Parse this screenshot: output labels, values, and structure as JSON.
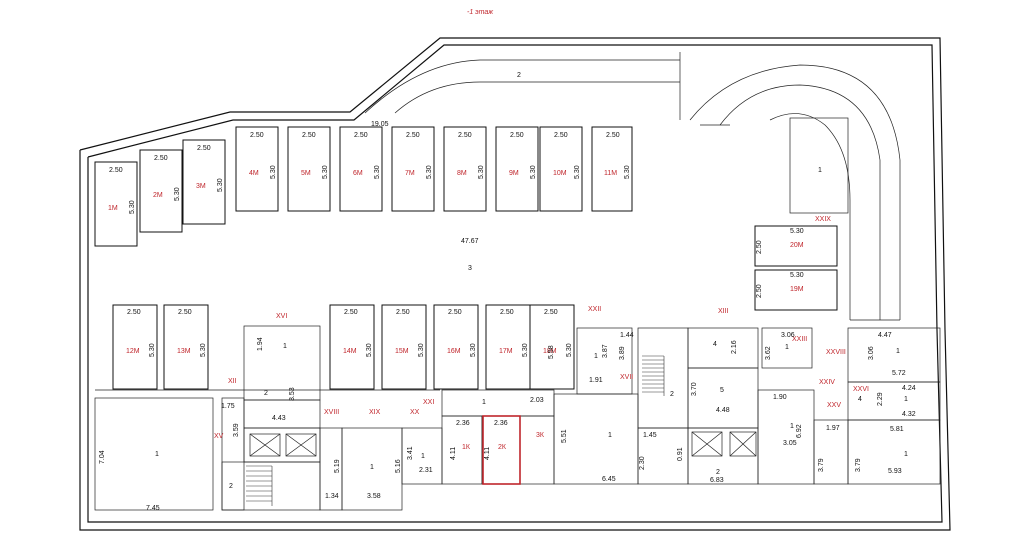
{
  "floor_title": "-1 этаж",
  "ramp_label": "2",
  "main_hall": {
    "length": "47.67",
    "number": "3",
    "width": "19.05"
  },
  "slot_dims": {
    "w": "2.50",
    "h": "5.30"
  },
  "top_slots": [
    "1М",
    "2М",
    "3М",
    "4М",
    "5М",
    "6М",
    "7М",
    "8М",
    "9М",
    "10М",
    "11М"
  ],
  "mid_slots": [
    "12М",
    "13М",
    "14М",
    "15М",
    "16М",
    "17М",
    "18М"
  ],
  "right_slots": [
    "20М",
    "19М"
  ],
  "storage_rooms": {
    "k1": "1К",
    "k2": "2К",
    "k3": "3К"
  },
  "roman": [
    "XXIX",
    "XVI",
    "XXII",
    "XIII",
    "XXIII",
    "XXVIII",
    "XXIV",
    "XXVI",
    "XXV",
    "XII",
    "XV",
    "XVIII",
    "XIX",
    "XX",
    "XXI",
    "XVII"
  ],
  "room_numbers": {
    "one": "1",
    "two": "2",
    "four": "4",
    "five": "5"
  },
  "dimensions": {
    "d_1_94": "1.94",
    "d_3_53": "3.53",
    "d_4_43": "4.43",
    "d_1_75": "1.75",
    "d_3_59": "3.59",
    "d_7_04": "7.04",
    "d_7_45": "7.45",
    "d_1_34": "1.34",
    "d_5_19": "5.19",
    "d_3_58": "3.58",
    "d_5_16": "5.16",
    "d_3_41": "3.41",
    "d_2_31": "2.31",
    "d_2_36a": "2.36",
    "d_2_36b": "2.36",
    "d_2_03": "2.03",
    "d_4_11a": "4.11",
    "d_4_11b": "4.11",
    "d_5_51": "5.51",
    "d_5_58": "5.58",
    "d_3_87": "3.87",
    "d_1_91": "1.91",
    "d_1_44": "1.44",
    "d_3_89": "3.89",
    "d_2_16": "2.16",
    "d_3_70": "3.70",
    "d_4_48": "4.48",
    "d_6_45": "6.45",
    "d_1_45": "1.45",
    "d_2_30": "2.30",
    "d_0_91": "0.91",
    "d_6_83": "6.83",
    "d_3_06a": "3.06",
    "d_3_62": "3.62",
    "d_1_90": "1.90",
    "d_6_92": "6.92",
    "d_3_05": "3.05",
    "d_1_97": "1.97",
    "d_3_79a": "3.79",
    "d_4_47": "4.47",
    "d_3_06b": "3.06",
    "d_5_72": "5.72",
    "d_4_24": "4.24",
    "d_2_29": "2.29",
    "d_4_32": "4.32",
    "d_5_81": "5.81",
    "d_3_79b": "3.79",
    "d_5_93": "5.93",
    "d_5_30r": "5.30",
    "d_5_30r2": "5.30",
    "d_2_50r": "2.50",
    "d_2_50r2": "2.50"
  },
  "colors": {
    "wall": "#111111",
    "slot_label": "#c0262c",
    "highlight": "#c0262c"
  }
}
